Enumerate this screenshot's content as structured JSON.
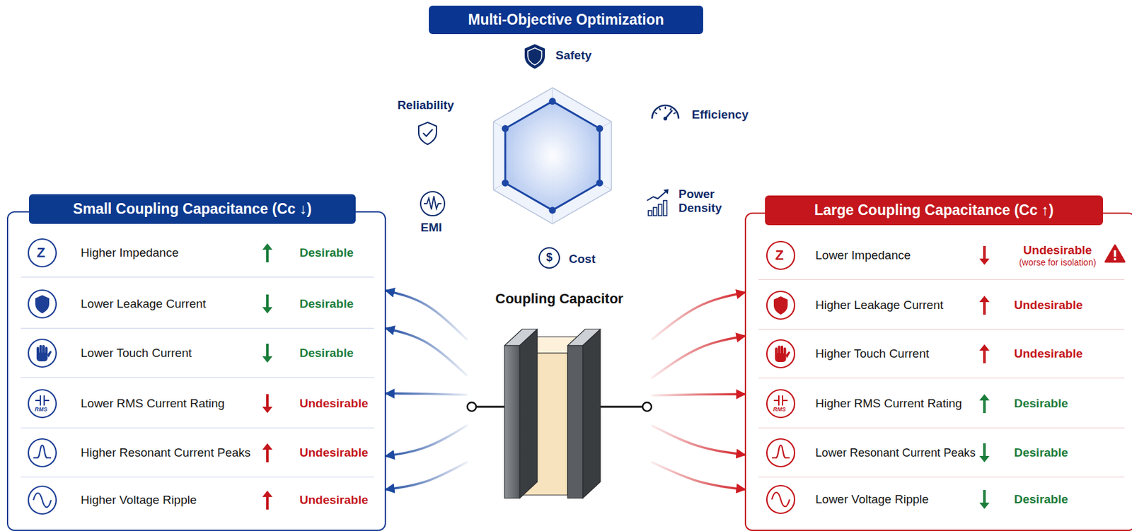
{
  "diagram": {
    "title": "Multi-Objective Optimization",
    "nodes": [
      {
        "text": [
          "Small Coupling Capacitance (Cc ↓)"
        ]
      },
      {
        "text": [
          "Higher Impedance",
          "Desirable"
        ],
        "in": 0
      },
      {
        "text": [
          "Lower Leakage Current",
          "Desirable"
        ],
        "in": 0
      },
      {
        "text": [
          "Lower Touch Current",
          "Desirable"
        ],
        "in": 0
      },
      {
        "text": [
          "Lower RMS Current Rating",
          "Undesirable"
        ],
        "in": 0
      },
      {
        "text": [
          "Higher Resonant Current Peaks",
          "Undesirable"
        ],
        "in": 0
      },
      {
        "text": [
          "Higher Voltage Ripple",
          "Undesirable"
        ],
        "in": 0
      },
      {
        "text": [
          "Coupling Capacitor"
        ]
      },
      {
        "text": [
          "Large Coupling Capacitance (Cc ↑)"
        ]
      },
      {
        "text": [
          "Lower Impedance",
          "Undesirable",
          "(worse for isolation)"
        ],
        "in": 8
      },
      {
        "text": [
          "Higher Leakage Current",
          "Undesirable"
        ],
        "in": 8
      },
      {
        "text": [
          "Higher Touch Current",
          "Undesirable"
        ],
        "in": 8
      },
      {
        "text": [
          "Higher RMS Current Rating",
          "Desirable"
        ],
        "in": 8
      },
      {
        "text": [
          "Lower Resonant Current Peaks",
          "Desirable"
        ],
        "in": 8
      },
      {
        "text": [
          "Lower Voltage Ripple",
          "Desirable"
        ],
        "in": 8
      }
    ],
    "edges": [
      {
        "from": 7,
        "to": 0,
        "arrow": "to"
      },
      {
        "from": 7,
        "to": 0,
        "arrow": "to"
      },
      {
        "from": 7,
        "to": 0,
        "arrow": "to"
      },
      {
        "from": 7,
        "to": 0,
        "arrow": "to"
      },
      {
        "from": 7,
        "to": 0,
        "arrow": "to"
      },
      {
        "from": 7,
        "to": 8,
        "arrow": "to"
      },
      {
        "from": 7,
        "to": 8,
        "arrow": "to"
      },
      {
        "from": 7,
        "to": 8,
        "arrow": "to"
      },
      {
        "from": 7,
        "to": 8,
        "arrow": "to"
      },
      {
        "from": 7,
        "to": 8,
        "arrow": "to"
      }
    ],
    "labels": [
      "Safety",
      "Reliability",
      "Efficiency",
      "EMI",
      "Power Density",
      "Cost",
      "$",
      "Z",
      "RMS",
      "Z",
      "RMS"
    ]
  }
}
